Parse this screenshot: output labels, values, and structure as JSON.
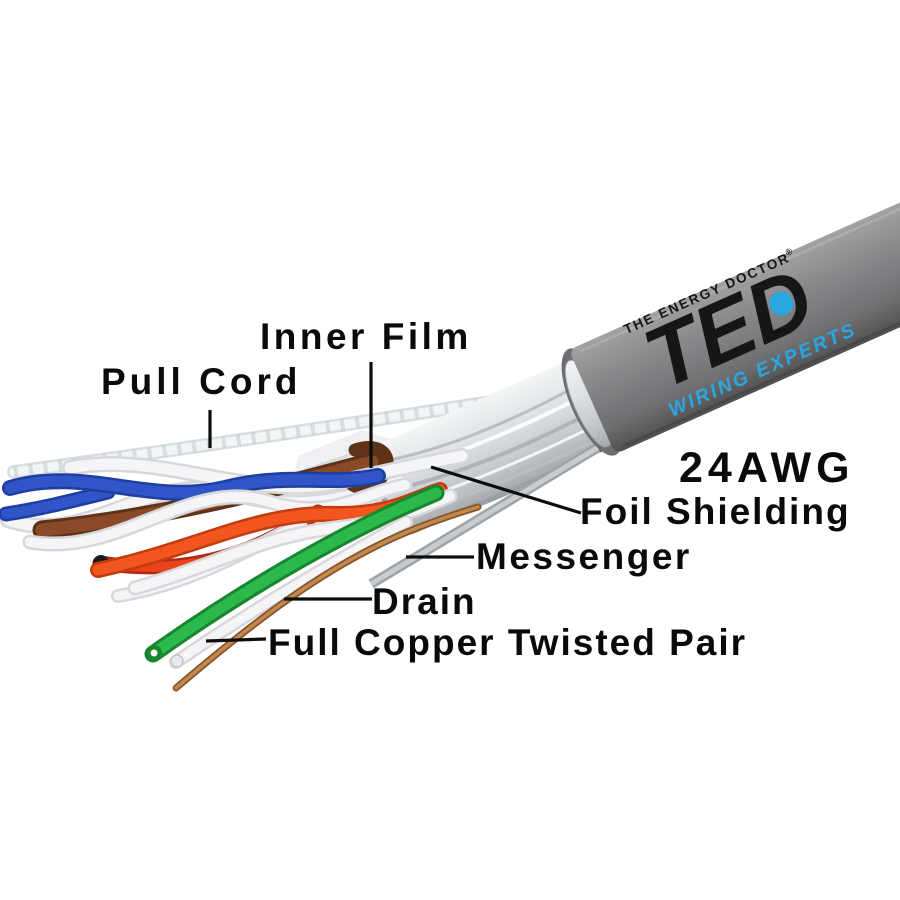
{
  "brand": {
    "tagline": "THE ENERGY DOCTOR",
    "registered_mark": "®",
    "name": "TED",
    "subtitle": "WIRING EXPERTS"
  },
  "labels": {
    "pull_cord": "Pull Cord",
    "inner_film": "Inner Film",
    "awg": "24AWG",
    "foil_shielding": "Foil Shielding",
    "messenger": "Messenger",
    "drain": "Drain",
    "full_copper": "Full Copper Twisted Pair"
  },
  "colors": {
    "background": "#ffffff",
    "label_black": "#0a0a0a",
    "accent_blue": "#2ba7e0",
    "logo_black": "#161616",
    "jacket_gray": "#87878a",
    "foil_silver": "#d7dadd",
    "wire_blue": "#2f55c8",
    "wire_brown": "#8a4a28",
    "wire_orange": "#f3551e",
    "wire_red": "#e8431c",
    "wire_green": "#2cb84a",
    "wire_white": "#f5f5f7",
    "wire_copper": "#c08952",
    "messenger_gray": "#c9ccce",
    "pull_cord_white": "#f2f5f6"
  }
}
